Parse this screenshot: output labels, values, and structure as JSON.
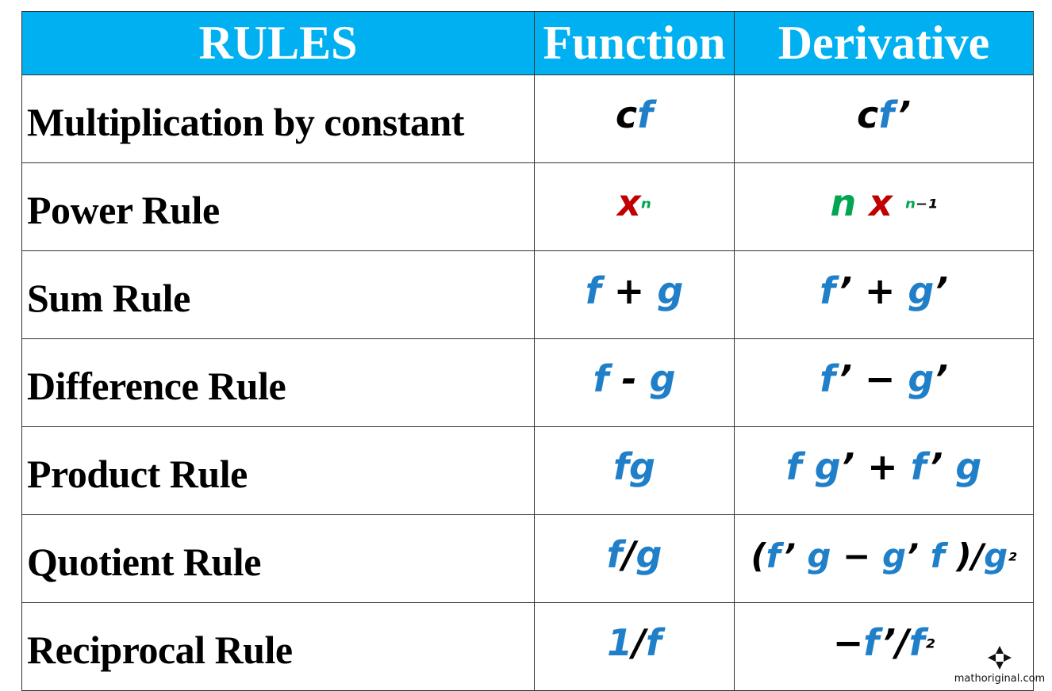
{
  "table": {
    "headers": [
      "RULES",
      "Function",
      "Derivative"
    ],
    "rows": [
      {
        "rule": "Multiplication by constant",
        "function": "cf",
        "derivative": "cf’"
      },
      {
        "rule": "Power Rule",
        "function": "xⁿ",
        "derivative": "n x ⁿ⁻¹"
      },
      {
        "rule": "Sum Rule",
        "function": "f + g",
        "derivative": "f’ + g’"
      },
      {
        "rule": "Difference Rule",
        "function": "f - g",
        "derivative": "f’ − g’"
      },
      {
        "rule": "Product Rule",
        "function": "fg",
        "derivative": "f g’ + f’ g"
      },
      {
        "rule": "Quotient Rule",
        "function": "f/g",
        "derivative": "(f’ g − g’ f )/g²"
      },
      {
        "rule": "Reciprocal Rule",
        "function": "1/f",
        "derivative": "−f’/f²"
      }
    ]
  },
  "colors": {
    "header_bg": "#00b0f0",
    "header_text": "#ffffff",
    "blue": "#1f7fc8",
    "red": "#c00000",
    "green": "#00a651",
    "black": "#000000"
  },
  "watermark": {
    "text": "mathoriginal.com",
    "logo": "pinwheel-logo-icon"
  }
}
